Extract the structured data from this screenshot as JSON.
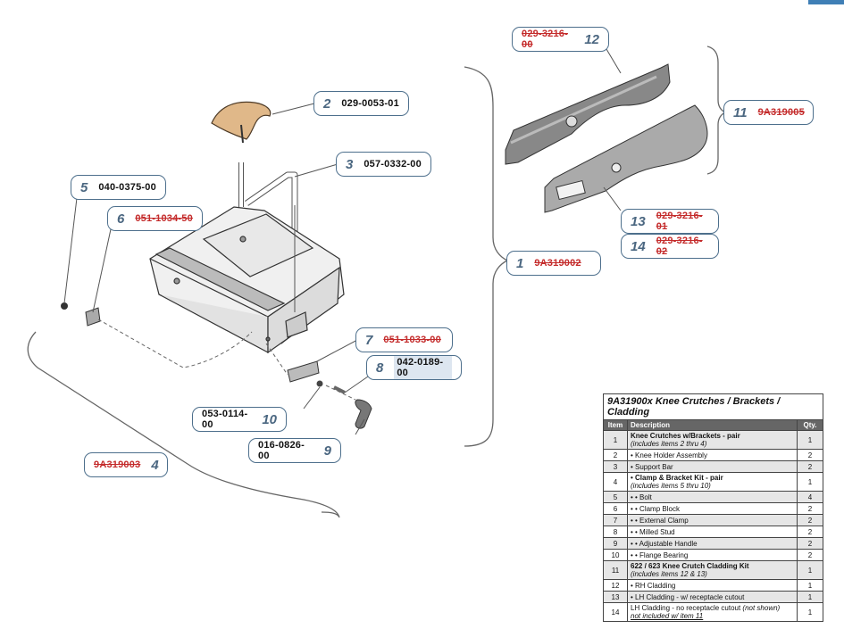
{
  "callouts": [
    {
      "num": "2",
      "part": "029-0053-01",
      "obsolete": false
    },
    {
      "num": "3",
      "part": "057-0332-00",
      "obsolete": false
    },
    {
      "num": "5",
      "part": "040-0375-00",
      "obsolete": false
    },
    {
      "num": "6",
      "part": "051-1034-50",
      "obsolete": true
    },
    {
      "num": "12",
      "part": "029-3216-00",
      "obsolete": true
    },
    {
      "num": "11",
      "part": "9A319005",
      "obsolete": true
    },
    {
      "num": "13",
      "part": "029-3216-01",
      "obsolete": true
    },
    {
      "num": "14",
      "part": "029-3216-02",
      "obsolete": true
    },
    {
      "num": "1",
      "part": "9A319002",
      "obsolete": true
    },
    {
      "num": "7",
      "part": "051-1033-00",
      "obsolete": true
    },
    {
      "num": "8",
      "part": "042-0189-00",
      "obsolete": false
    },
    {
      "num": "10",
      "part": "053-0114-00",
      "obsolete": false
    },
    {
      "num": "9",
      "part": "016-0826-00",
      "obsolete": false
    },
    {
      "num": "4",
      "part": "9A319003",
      "obsolete": true
    }
  ],
  "table": {
    "title": "9A31900x Knee Crutches / Brackets / Cladding",
    "headers": {
      "item": "Item",
      "description": "Description",
      "qty": "Qty."
    },
    "rows": [
      {
        "item": "1",
        "desc": "Knee Crutches w/Brackets - pair",
        "note": "(includes items 2 thru 4)",
        "qty": "1"
      },
      {
        "item": "2",
        "desc": "• Knee Holder Assembly",
        "qty": "2"
      },
      {
        "item": "3",
        "desc": "• Support Bar",
        "qty": "2"
      },
      {
        "item": "4",
        "desc": "• Clamp & Bracket Kit - pair",
        "note": "(includes items 5 thru 10)",
        "qty": "1"
      },
      {
        "item": "5",
        "desc": "• • Bolt",
        "qty": "4"
      },
      {
        "item": "6",
        "desc": "• • Clamp Block",
        "qty": "2"
      },
      {
        "item": "7",
        "desc": "• • External Clamp",
        "qty": "2"
      },
      {
        "item": "8",
        "desc": "• • Milled Stud",
        "qty": "2"
      },
      {
        "item": "9",
        "desc": "• • Adjustable Handle",
        "qty": "2"
      },
      {
        "item": "10",
        "desc": "• • Flange Bearing",
        "qty": "2"
      },
      {
        "item": "11",
        "desc": "622 / 623 Knee Crutch Cladding Kit",
        "note": "(includes items 12 & 13)",
        "qty": "1"
      },
      {
        "item": "12",
        "desc": "• RH Cladding",
        "qty": "1"
      },
      {
        "item": "13",
        "desc": "• LH Cladding - w/ receptacle cutout",
        "qty": "1"
      },
      {
        "item": "14",
        "desc": "LH Cladding - no receptacle cutout",
        "desc_italic": "(not shown)",
        "note": "not included w/ item 11",
        "qty": "1"
      }
    ]
  },
  "colors": {
    "callout_border": "#4d6f8c",
    "callout_number": "#4a6680",
    "obsolete_red": "#c42b2b",
    "table_header": "#666666"
  }
}
